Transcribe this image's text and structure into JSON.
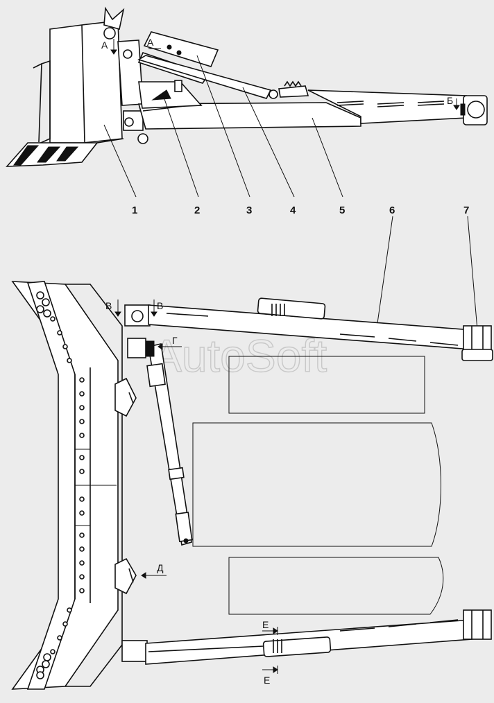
{
  "watermark": "AutoSoft",
  "callouts": [
    "1",
    "2",
    "3",
    "4",
    "5",
    "6",
    "7"
  ],
  "section_marks": {
    "a_top": "А",
    "a_arrow": "А",
    "b": "Б",
    "v_left": "В",
    "v_right": "В",
    "g": "Г",
    "d": "Д",
    "e_top": "Е",
    "e_bottom": "Е"
  }
}
